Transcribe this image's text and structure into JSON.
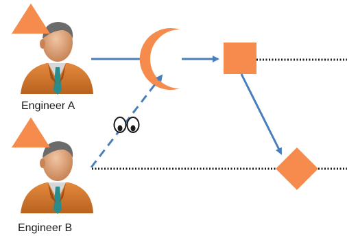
{
  "colors": {
    "shape_fill": "#F58C4E",
    "arrow": "#4A7EBB",
    "dotted_line": "#1a1a1a",
    "suit": "#D9772B",
    "shirt": "#D7D7D7",
    "tie": "#2A8C8C",
    "skin": "#E3A57C",
    "hair": "#6B6B6B",
    "text": "#1a1a1a"
  },
  "engineers": [
    {
      "label": "Engineer A",
      "icon": "engineer-avatar",
      "badge": "triangle"
    },
    {
      "label": "Engineer B",
      "icon": "engineer-avatar",
      "badge": "triangle"
    }
  ],
  "shapes": {
    "crescent": "crescent",
    "square": "square",
    "diamond": "diamond",
    "eyes": "watching-eyes-icon"
  }
}
